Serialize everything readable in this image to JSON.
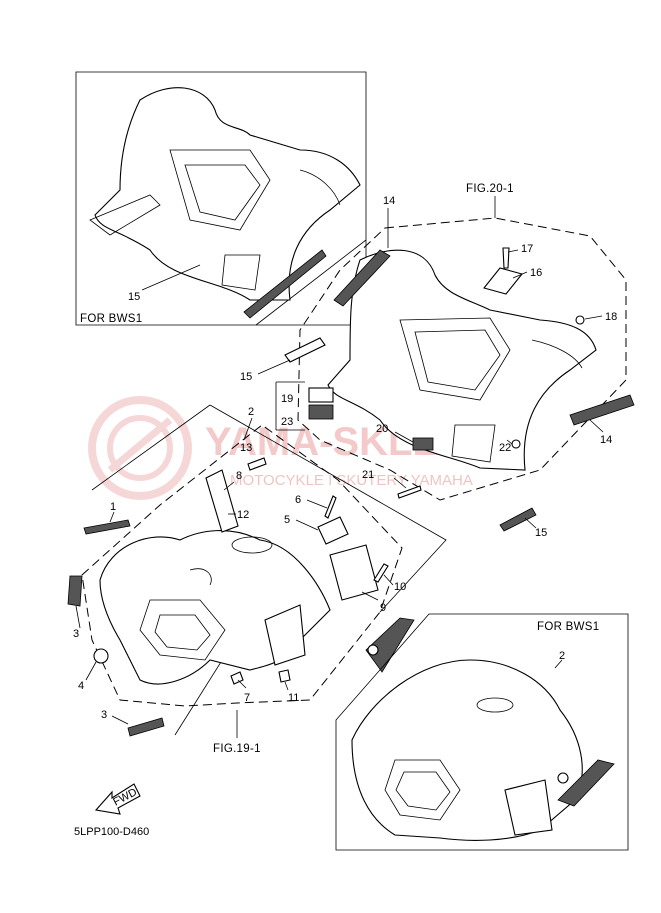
{
  "watermark": {
    "brand": "YAMA-SKLEP.PL",
    "tagline": "MOTOCYKLE I SKUTERY YAMAHA"
  },
  "insets": {
    "top_left": "FOR BWS1",
    "bottom_right": "FOR BWS1"
  },
  "figure_refs": {
    "rear": "FIG.20-1",
    "front": "FIG.19-1"
  },
  "callouts": [
    "1",
    "2",
    "3",
    "4",
    "5",
    "6",
    "7",
    "8",
    "9",
    "10",
    "11",
    "12",
    "13",
    "14",
    "15",
    "16",
    "17",
    "18",
    "19",
    "20",
    "21",
    "22",
    "23"
  ],
  "inset_callouts": {
    "top_left_part": "15",
    "bottom_right_part": "2"
  },
  "duplicate_callouts": {
    "decal_side_right": "14",
    "decal_side_left_rear": "15",
    "front_decal_lower": "3"
  },
  "fwd_arrow": "FWD",
  "diagram_code": "5LPP100-D460"
}
